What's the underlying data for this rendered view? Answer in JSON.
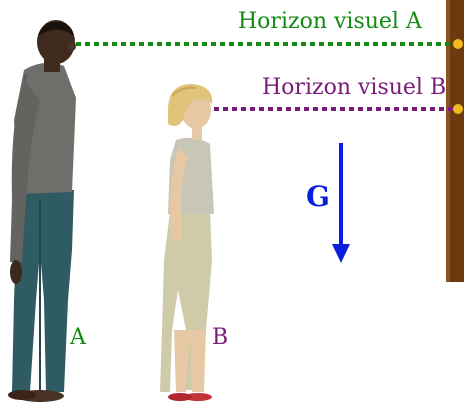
{
  "labels": {
    "line_a": "Horizon visuel A",
    "line_b": "Horizon visuel B",
    "gravity": "G",
    "person_a": "A",
    "person_b": "B"
  },
  "colors": {
    "line_a": "#138a13",
    "line_b": "#7a1a7a",
    "gravity": "#0a1ee0",
    "pole": "#6b3a0e",
    "marker": "#f2b91c"
  },
  "icons": {
    "person_a": "standing-man-figure",
    "person_b": "standing-woman-figure",
    "gravity_arrow": "down-arrow-icon"
  }
}
